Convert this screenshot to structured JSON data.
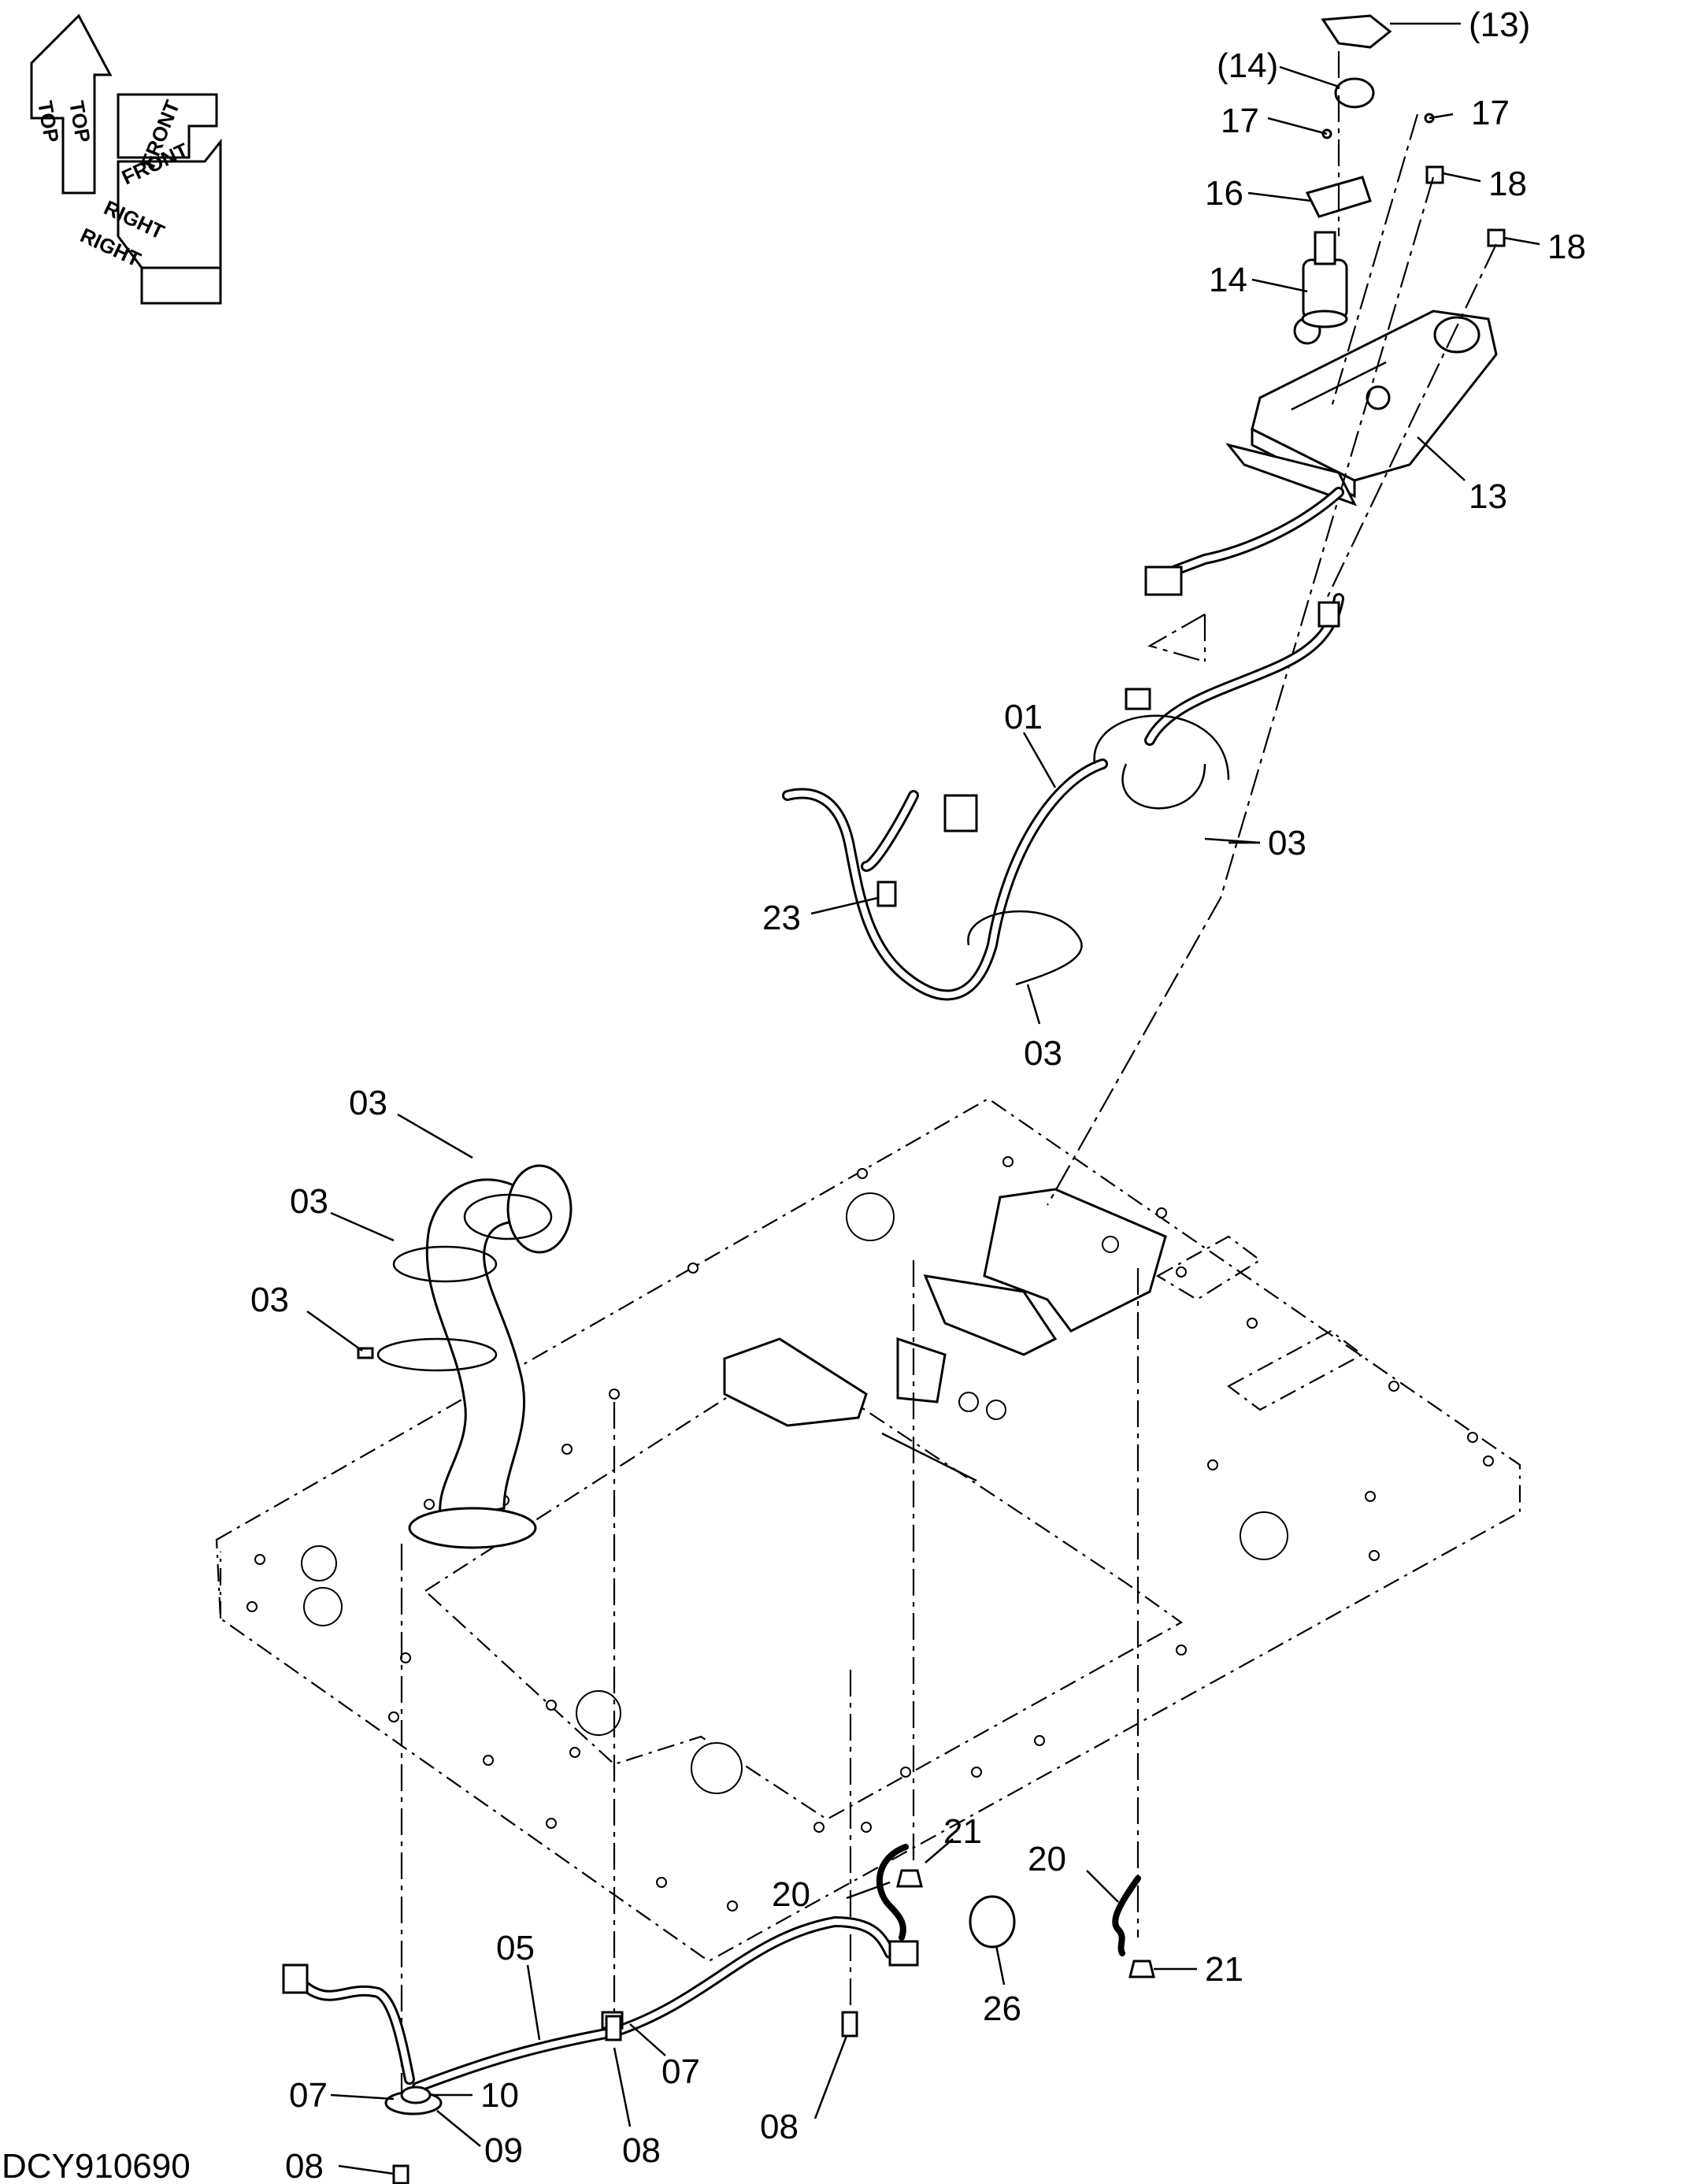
{
  "drawing_code": "DCY910690",
  "orientation": {
    "top_upper": "TOP",
    "top_lower": "TOP",
    "front_upper": "FRONT",
    "front_lower": "FRONT",
    "right_upper": "RIGHT",
    "right_lower": "RIGHT"
  },
  "labels": {
    "l13a": "(13)",
    "l14a": "(14)",
    "l17a": "17",
    "l17b": "17",
    "l16": "16",
    "l18a": "18",
    "l18b": "18",
    "l14": "14",
    "l13": "13",
    "l01": "01",
    "l03a": "03",
    "l23": "23",
    "l03b": "03",
    "l03c": "03",
    "l03d": "03",
    "l03e": "03",
    "l21a": "21",
    "l20a": "20",
    "l20b": "20",
    "l21b": "21",
    "l05": "05",
    "l26": "26",
    "l07a": "07",
    "l07b": "07",
    "l10": "10",
    "l09": "09",
    "l08a": "08",
    "l08b": "08",
    "l08c": "08"
  }
}
